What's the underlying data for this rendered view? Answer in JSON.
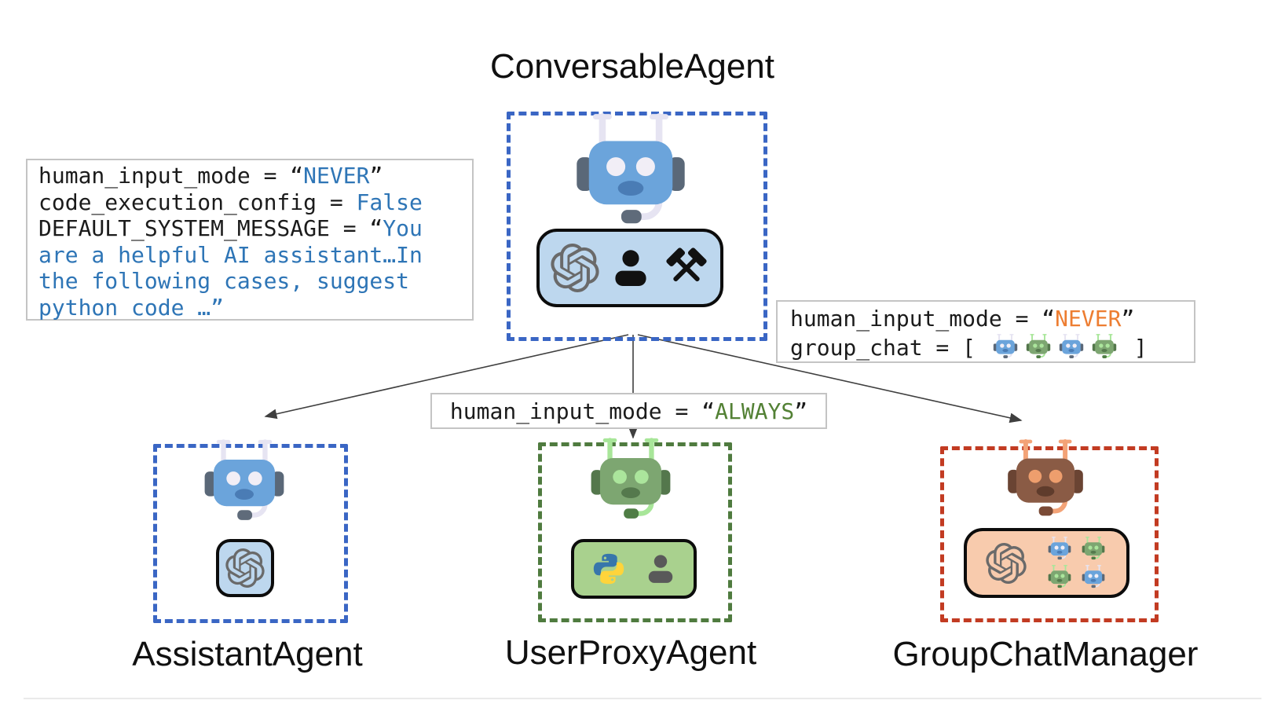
{
  "title": "ConversableAgent",
  "agent_labels": {
    "assistant": "AssistantAgent",
    "user_proxy": "UserProxyAgent",
    "group_chat_manager": "GroupChatManager"
  },
  "colors": {
    "dash_blue": "#3A66C4",
    "dash_green": "#4F7B3F",
    "dash_red": "#C23B22",
    "pill_blue": "#BDD7EE",
    "pill_green": "#A9D18E",
    "pill_peach": "#F8CBAD",
    "code_black": "#1B1B1B",
    "value_blue": "#2E75B6",
    "value_orange": "#ED7D31",
    "value_green": "#538135",
    "box_border": "#C4C4C4",
    "arrow": "#3F3F3F",
    "openai_gray": "#6A6A6A",
    "person_black": "#111111",
    "person_gray": "#595959",
    "divider": "#EAEAEA"
  },
  "left_code_box": {
    "lines": [
      [
        {
          "t": "human_input_mode = ",
          "c": "k"
        },
        {
          "t": "“",
          "c": "k"
        },
        {
          "t": "NEVER",
          "c": "blue"
        },
        {
          "t": "”",
          "c": "k"
        }
      ],
      [
        {
          "t": "code_execution_config = ",
          "c": "k"
        },
        {
          "t": "False",
          "c": "blue"
        }
      ],
      [
        {
          "t": "DEFAULT_SYSTEM_MESSAGE = ",
          "c": "k"
        },
        {
          "t": "“",
          "c": "k"
        },
        {
          "t": "You",
          "c": "blue"
        }
      ],
      [
        {
          "t": "are a helpful AI assistant…In",
          "c": "blue"
        }
      ],
      [
        {
          "t": "the following cases, suggest",
          "c": "blue"
        }
      ],
      [
        {
          "t": "python code …”",
          "c": "blue"
        }
      ]
    ]
  },
  "middle_code_box": {
    "line": [
      {
        "t": "human_input_mode = ",
        "c": "k"
      },
      {
        "t": "“",
        "c": "k"
      },
      {
        "t": "ALWAYS",
        "c": "green"
      },
      {
        "t": "”",
        "c": "k"
      }
    ]
  },
  "right_code_box": {
    "line1": [
      {
        "t": "human_input_mode = ",
        "c": "k"
      },
      {
        "t": "“",
        "c": "k"
      },
      {
        "t": "NEVER",
        "c": "orange"
      },
      {
        "t": "”",
        "c": "k"
      }
    ],
    "line2_prefix": [
      {
        "t": "group_chat = [ ",
        "c": "k"
      }
    ],
    "group_chat_robots": [
      "blue",
      "green",
      "blue",
      "green"
    ],
    "line2_suffix": [
      {
        "t": " ]",
        "c": "k"
      }
    ]
  },
  "group_pill_robots": [
    "blue",
    "green",
    "green",
    "blue"
  ],
  "robot_palettes": {
    "blue": {
      "body": "#6BA4DB",
      "ear": "#5A6878",
      "eye": "#F1EEF6",
      "mouth": "#4A7CB5",
      "antenna": "#E6E4F2",
      "mic": "#5F6B7A"
    },
    "green": {
      "body": "#7DA671",
      "ear": "#54774C",
      "eye": "#ABE59C",
      "mouth": "#55794D",
      "antenna": "#A8E699",
      "mic": "#4F7D45"
    },
    "brown": {
      "body": "#8A5B45",
      "ear": "#6A4433",
      "eye": "#EE9E6D",
      "mouth": "#5F3C2C",
      "antenna": "#F3A377",
      "mic": "#7A4A36"
    }
  },
  "icon_names": [
    "openai-logo-icon",
    "person-icon",
    "tools-icon",
    "python-logo-icon",
    "robot-icon"
  ]
}
